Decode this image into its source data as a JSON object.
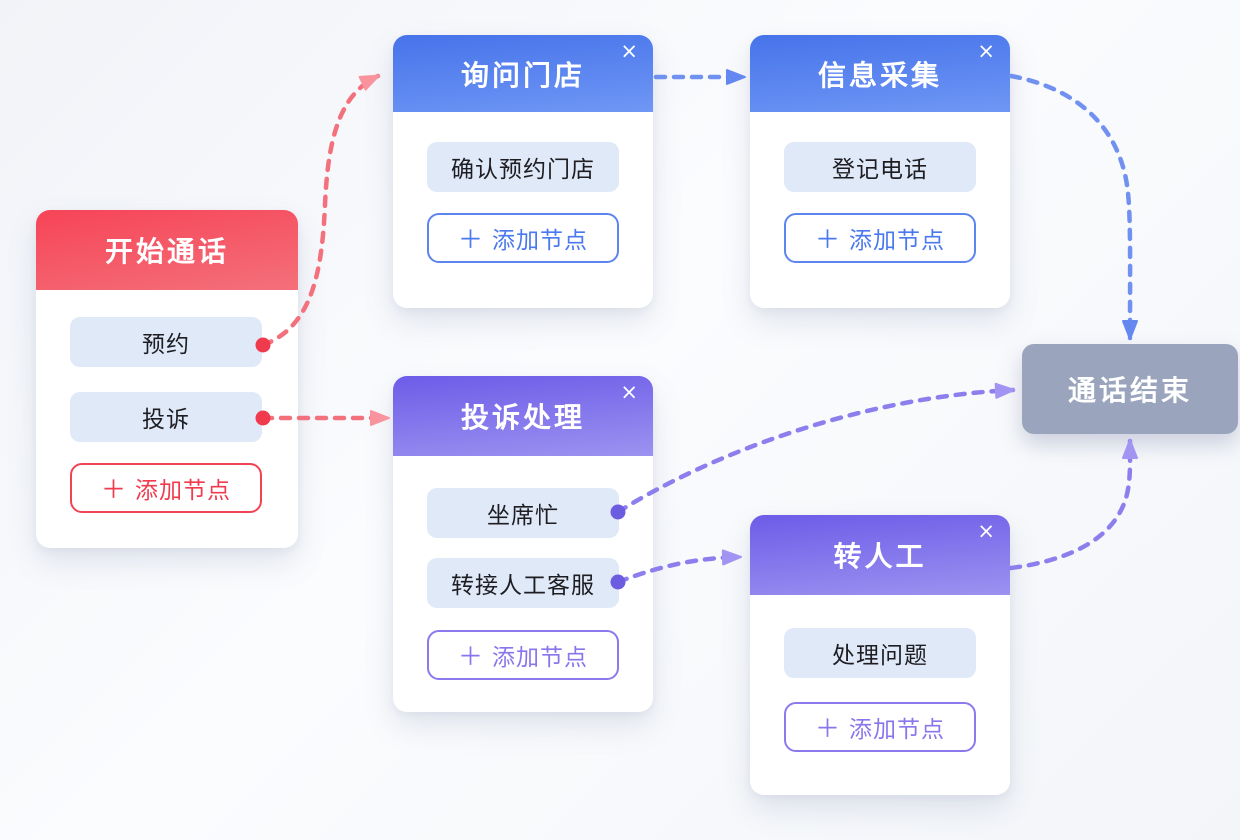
{
  "canvas": {
    "background": "#f3f5f9"
  },
  "icons": {
    "close": "×",
    "plus": "＋"
  },
  "add_button": {
    "label": "添加节点"
  },
  "nodes": {
    "start": {
      "title": "开始通话",
      "items": [
        "预约",
        "投诉"
      ],
      "theme_color": "#f6505f"
    },
    "ask_store": {
      "title": "询问门店",
      "items": [
        "确认预约门店"
      ],
      "theme_color": "#5584ef"
    },
    "info": {
      "title": "信息采集",
      "items": [
        "登记电话"
      ],
      "theme_color": "#5584ef"
    },
    "complaint": {
      "title": "投诉处理",
      "items": [
        "坐席忙",
        "转接人工客服"
      ],
      "theme_color": "#7d6ceb"
    },
    "transfer": {
      "title": "转人工",
      "items": [
        "处理问题"
      ],
      "theme_color": "#7d6ceb"
    },
    "end": {
      "title": "通话结束",
      "theme_color": "#9aa5bd"
    }
  },
  "edges": {
    "appointment_to_ask_store": {
      "from": "预约",
      "to": "询问门店",
      "color": "#f3717d"
    },
    "complaint_to_complaint_node": {
      "from": "投诉",
      "to": "投诉处理",
      "color": "#f3717d"
    },
    "ask_store_to_info": {
      "from": "询问门店",
      "to": "信息采集",
      "color": "#7191f0"
    },
    "info_to_end": {
      "from": "信息采集",
      "to": "通话结束",
      "color": "#7191f0"
    },
    "busy_to_end": {
      "from": "坐席忙",
      "to": "通话结束",
      "color": "#8d7eee"
    },
    "transfer_item_to_transfer": {
      "from": "转接人工客服",
      "to": "转人工",
      "color": "#8d7eee"
    },
    "transfer_to_end": {
      "from": "转人工",
      "to": "通话结束",
      "color": "#8d7eee"
    }
  }
}
